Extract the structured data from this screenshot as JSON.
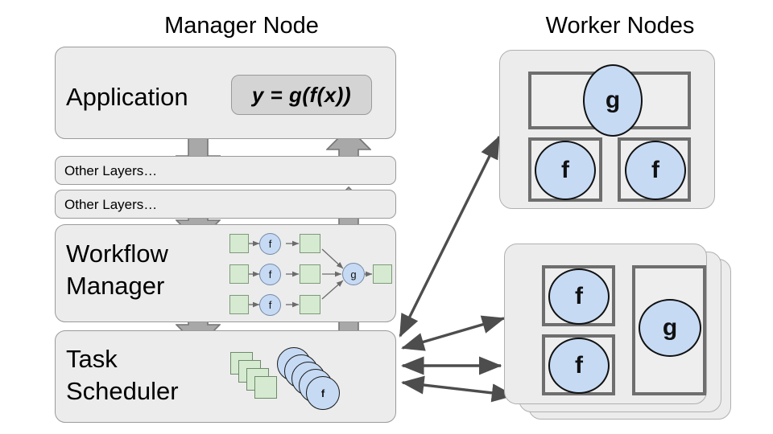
{
  "titles": {
    "manager": "Manager Node",
    "workers": "Worker Nodes"
  },
  "manager_layers": [
    {
      "id": "application",
      "label": "Application",
      "formula": "y = g(f(x))"
    },
    {
      "id": "other-layers-1",
      "label": "Other Layers…"
    },
    {
      "id": "other-layers-2",
      "label": "Other Layers…"
    },
    {
      "id": "workflow-manager",
      "label_line1": "Workflow",
      "label_line2": "Manager"
    },
    {
      "id": "task-scheduler",
      "label_line1": "Task",
      "label_line2": "Scheduler"
    }
  ],
  "workflow_graph": {
    "rows": [
      {
        "input": "",
        "func": "f",
        "output": ""
      },
      {
        "input": "",
        "func": "f",
        "output": ""
      },
      {
        "input": "",
        "func": "f",
        "output": ""
      }
    ],
    "reduce_node": "g",
    "final_output": ""
  },
  "task_scheduler": {
    "queued_data_count": 4,
    "queued_task_count": 5,
    "task_label": "f"
  },
  "worker_nodes": [
    {
      "id": "worker-top",
      "stacked_copies": 1,
      "slots": [
        {
          "label": "g",
          "position": "top-wide"
        },
        {
          "label": "f",
          "position": "bottom-left"
        },
        {
          "label": "f",
          "position": "bottom-right"
        }
      ]
    },
    {
      "id": "worker-bottom",
      "stacked_copies": 3,
      "slots": [
        {
          "label": "f",
          "position": "left-top"
        },
        {
          "label": "f",
          "position": "left-bottom"
        },
        {
          "label": "g",
          "position": "right-tall"
        }
      ]
    }
  ],
  "connectors": [
    {
      "name": "scheduler-to-worker-top",
      "bidirectional": true
    },
    {
      "name": "scheduler-to-worker-bottom-1",
      "bidirectional": true
    },
    {
      "name": "scheduler-to-worker-bottom-2",
      "bidirectional": true
    },
    {
      "name": "scheduler-to-worker-bottom-3",
      "bidirectional": true
    }
  ],
  "colors": {
    "panel_fill": "#ececec",
    "panel_stroke": "#9a9a9a",
    "block_arrow_fill": "#a8a8a8",
    "block_arrow_stroke": "#757575",
    "data_green": "#d6ead2",
    "task_blue": "#c6daf4",
    "slot_stroke": "#6e6e6e",
    "connector": "#4d4d4d",
    "formula_fill": "#d4d4d4"
  }
}
